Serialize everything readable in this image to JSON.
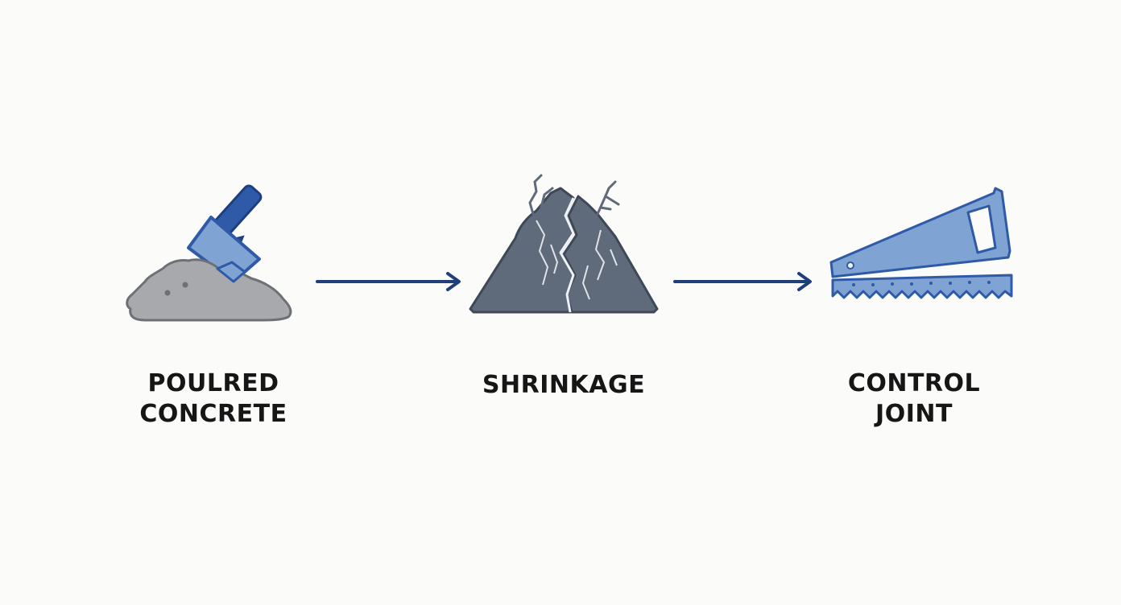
{
  "steps": [
    {
      "icon": "trowel-concrete-pile-icon",
      "label_lines": [
        "POULRED",
        "CONCRETE"
      ]
    },
    {
      "icon": "cracked-concrete-icon",
      "label_lines": [
        "SHRINKAGE"
      ]
    },
    {
      "icon": "saw-icon",
      "label_lines": [
        "CONTROL",
        "JOINT"
      ]
    }
  ],
  "colors": {
    "background": "#fbfbfa",
    "arrow": "#1f3f7a",
    "label_text": "#161616",
    "concrete_light": "#a7a9ac",
    "concrete_dark": "#5f6a7b",
    "blade_blue": "#7fa3d3",
    "trowel_blue": "#2f5aa8"
  }
}
